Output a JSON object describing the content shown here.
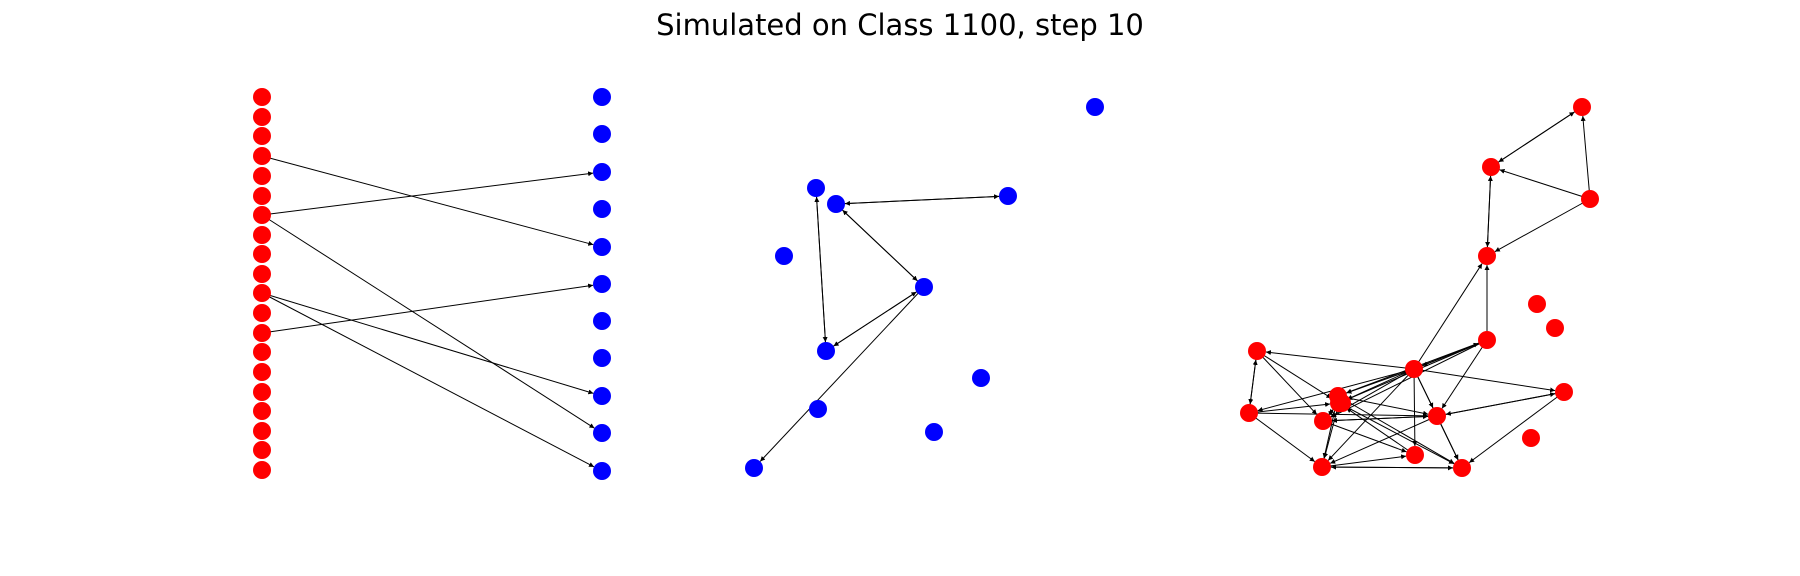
{
  "title": "Simulated on Class 1100, step 10",
  "colors": {
    "red": "#ff0000",
    "blue": "#0000ff",
    "edge": "#000000"
  },
  "panels": [
    {
      "id": "bipartite",
      "nodes": [
        {
          "id": "L0",
          "c": "red"
        },
        {
          "id": "L1",
          "c": "red"
        },
        {
          "id": "L2",
          "c": "red"
        },
        {
          "id": "L3",
          "c": "red"
        },
        {
          "id": "L4",
          "c": "red"
        },
        {
          "id": "L5",
          "c": "red"
        },
        {
          "id": "L6",
          "c": "red"
        },
        {
          "id": "L7",
          "c": "red"
        },
        {
          "id": "L8",
          "c": "red"
        },
        {
          "id": "L9",
          "c": "red"
        },
        {
          "id": "L10",
          "c": "red"
        },
        {
          "id": "L11",
          "c": "red"
        },
        {
          "id": "L12",
          "c": "red"
        },
        {
          "id": "L13",
          "c": "red"
        },
        {
          "id": "L14",
          "c": "red"
        },
        {
          "id": "L15",
          "c": "red"
        },
        {
          "id": "L16",
          "c": "red"
        },
        {
          "id": "L17",
          "c": "red"
        },
        {
          "id": "L18",
          "c": "red"
        },
        {
          "id": "L19",
          "c": "red"
        },
        {
          "id": "R0",
          "c": "blue"
        },
        {
          "id": "R1",
          "c": "blue"
        },
        {
          "id": "R2",
          "c": "blue"
        },
        {
          "id": "R3",
          "c": "blue"
        },
        {
          "id": "R4",
          "c": "blue"
        },
        {
          "id": "R5",
          "c": "blue"
        },
        {
          "id": "R6",
          "c": "blue"
        },
        {
          "id": "R7",
          "c": "blue"
        },
        {
          "id": "R8",
          "c": "blue"
        },
        {
          "id": "R9",
          "c": "blue"
        },
        {
          "id": "R10",
          "c": "blue"
        }
      ],
      "edges": [
        [
          "L3",
          "R4"
        ],
        [
          "L6",
          "R2"
        ],
        [
          "L6",
          "R9"
        ],
        [
          "L10",
          "R8"
        ],
        [
          "L10",
          "R10"
        ],
        [
          "L12",
          "R5"
        ]
      ]
    },
    {
      "id": "blue-graph",
      "nodes": [
        {
          "id": "B0",
          "c": "blue"
        },
        {
          "id": "B1",
          "c": "blue"
        },
        {
          "id": "B2",
          "c": "blue"
        },
        {
          "id": "B3",
          "c": "blue"
        },
        {
          "id": "B4",
          "c": "blue"
        },
        {
          "id": "B5",
          "c": "blue"
        },
        {
          "id": "B6",
          "c": "blue"
        },
        {
          "id": "B7",
          "c": "blue"
        },
        {
          "id": "B8",
          "c": "blue"
        },
        {
          "id": "B9",
          "c": "blue"
        },
        {
          "id": "B10",
          "c": "blue"
        }
      ],
      "edges": [
        [
          "B2",
          "B1"
        ],
        [
          "B1",
          "B2"
        ],
        [
          "B3",
          "B2"
        ],
        [
          "B2",
          "B3"
        ],
        [
          "B3",
          "B5"
        ],
        [
          "B4",
          "B3"
        ],
        [
          "B3",
          "B4"
        ],
        [
          "B6",
          "B4"
        ],
        [
          "B4",
          "B6"
        ]
      ]
    },
    {
      "id": "red-graph",
      "nodes": [
        {
          "id": "T0",
          "c": "red"
        },
        {
          "id": "T1",
          "c": "red"
        },
        {
          "id": "T2",
          "c": "red"
        },
        {
          "id": "T3",
          "c": "red"
        },
        {
          "id": "T4",
          "c": "red"
        },
        {
          "id": "T5",
          "c": "red"
        },
        {
          "id": "T6",
          "c": "red"
        },
        {
          "id": "T7",
          "c": "red"
        },
        {
          "id": "T8",
          "c": "red"
        },
        {
          "id": "T9",
          "c": "red"
        },
        {
          "id": "T10",
          "c": "red"
        },
        {
          "id": "T11",
          "c": "red"
        },
        {
          "id": "T12",
          "c": "red"
        },
        {
          "id": "T13",
          "c": "red"
        },
        {
          "id": "T14",
          "c": "red"
        },
        {
          "id": "T15",
          "c": "red"
        },
        {
          "id": "T16",
          "c": "red"
        },
        {
          "id": "T17",
          "c": "red"
        },
        {
          "id": "T18",
          "c": "red"
        },
        {
          "id": "T19",
          "c": "red"
        }
      ],
      "edges": [
        [
          "T1",
          "T0"
        ],
        [
          "T0",
          "T1"
        ],
        [
          "T2",
          "T0"
        ],
        [
          "T2",
          "T1"
        ],
        [
          "T3",
          "T1"
        ],
        [
          "T1",
          "T3"
        ],
        [
          "T2",
          "T3"
        ],
        [
          "T7",
          "T3"
        ],
        [
          "T6",
          "T3"
        ],
        [
          "T6",
          "T7"
        ],
        [
          "T7",
          "T6"
        ],
        [
          "T7",
          "T8"
        ],
        [
          "T7",
          "T9"
        ],
        [
          "T7",
          "T10"
        ],
        [
          "T7",
          "T11"
        ],
        [
          "T7",
          "T12"
        ],
        [
          "T7",
          "T13"
        ],
        [
          "T7",
          "T14"
        ],
        [
          "T7",
          "T15"
        ],
        [
          "T7",
          "T16"
        ],
        [
          "T7",
          "T17"
        ],
        [
          "T6",
          "T11"
        ],
        [
          "T6",
          "T13"
        ],
        [
          "T6",
          "T10"
        ],
        [
          "T6",
          "T12"
        ],
        [
          "T8",
          "T9"
        ],
        [
          "T9",
          "T8"
        ],
        [
          "T8",
          "T13"
        ],
        [
          "T9",
          "T13"
        ],
        [
          "T8",
          "T11"
        ],
        [
          "T9",
          "T15"
        ],
        [
          "T9",
          "T12"
        ],
        [
          "T10",
          "T13"
        ],
        [
          "T10",
          "T15"
        ],
        [
          "T10",
          "T12"
        ],
        [
          "T10",
          "T16"
        ],
        [
          "T11",
          "T12"
        ],
        [
          "T12",
          "T11"
        ],
        [
          "T11",
          "T13"
        ],
        [
          "T13",
          "T11"
        ],
        [
          "T11",
          "T14"
        ],
        [
          "T12",
          "T15"
        ],
        [
          "T12",
          "T16"
        ],
        [
          "T13",
          "T15"
        ],
        [
          "T13",
          "T16"
        ],
        [
          "T14",
          "T13"
        ],
        [
          "T15",
          "T14"
        ],
        [
          "T16",
          "T15"
        ],
        [
          "T15",
          "T16"
        ],
        [
          "T17",
          "T16"
        ],
        [
          "T12",
          "T17"
        ],
        [
          "T17",
          "T12"
        ]
      ]
    }
  ]
}
